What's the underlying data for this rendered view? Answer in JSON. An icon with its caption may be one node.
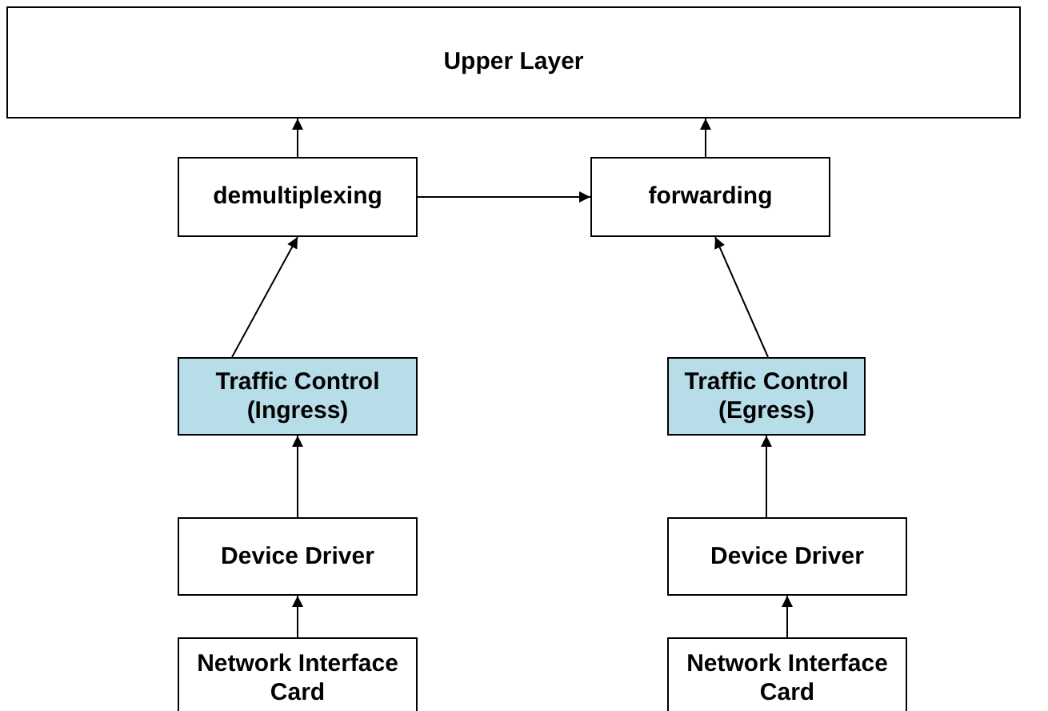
{
  "diagram": {
    "nodes": [
      {
        "text": [
          "Upper Layer"
        ]
      },
      {
        "text": [
          "demultiplexing"
        ]
      },
      {
        "text": [
          "forwarding"
        ]
      },
      {
        "text": [
          "Traffic Control (Ingress)"
        ]
      },
      {
        "text": [
          "Traffic Control (Egress)"
        ]
      },
      {
        "text": [
          "Device Driver"
        ]
      },
      {
        "text": [
          "Device Driver"
        ]
      },
      {
        "text": [
          "Network Interface Card"
        ]
      },
      {
        "text": [
          "Network Interface Card"
        ]
      }
    ],
    "edges": [
      {
        "from": 1,
        "to": 0,
        "arrow": "to"
      },
      {
        "from": 2,
        "to": 0,
        "arrow": "to"
      },
      {
        "from": 1,
        "to": 2,
        "arrow": "to"
      },
      {
        "from": 3,
        "to": 1,
        "arrow": "to"
      },
      {
        "from": 5,
        "to": 3,
        "arrow": "to"
      },
      {
        "from": 7,
        "to": 5,
        "arrow": "to"
      },
      {
        "from": 4,
        "to": 2,
        "arrow": "to"
      },
      {
        "from": 6,
        "to": 4,
        "arrow": "to"
      },
      {
        "from": 8,
        "to": 6,
        "arrow": "to"
      }
    ]
  }
}
